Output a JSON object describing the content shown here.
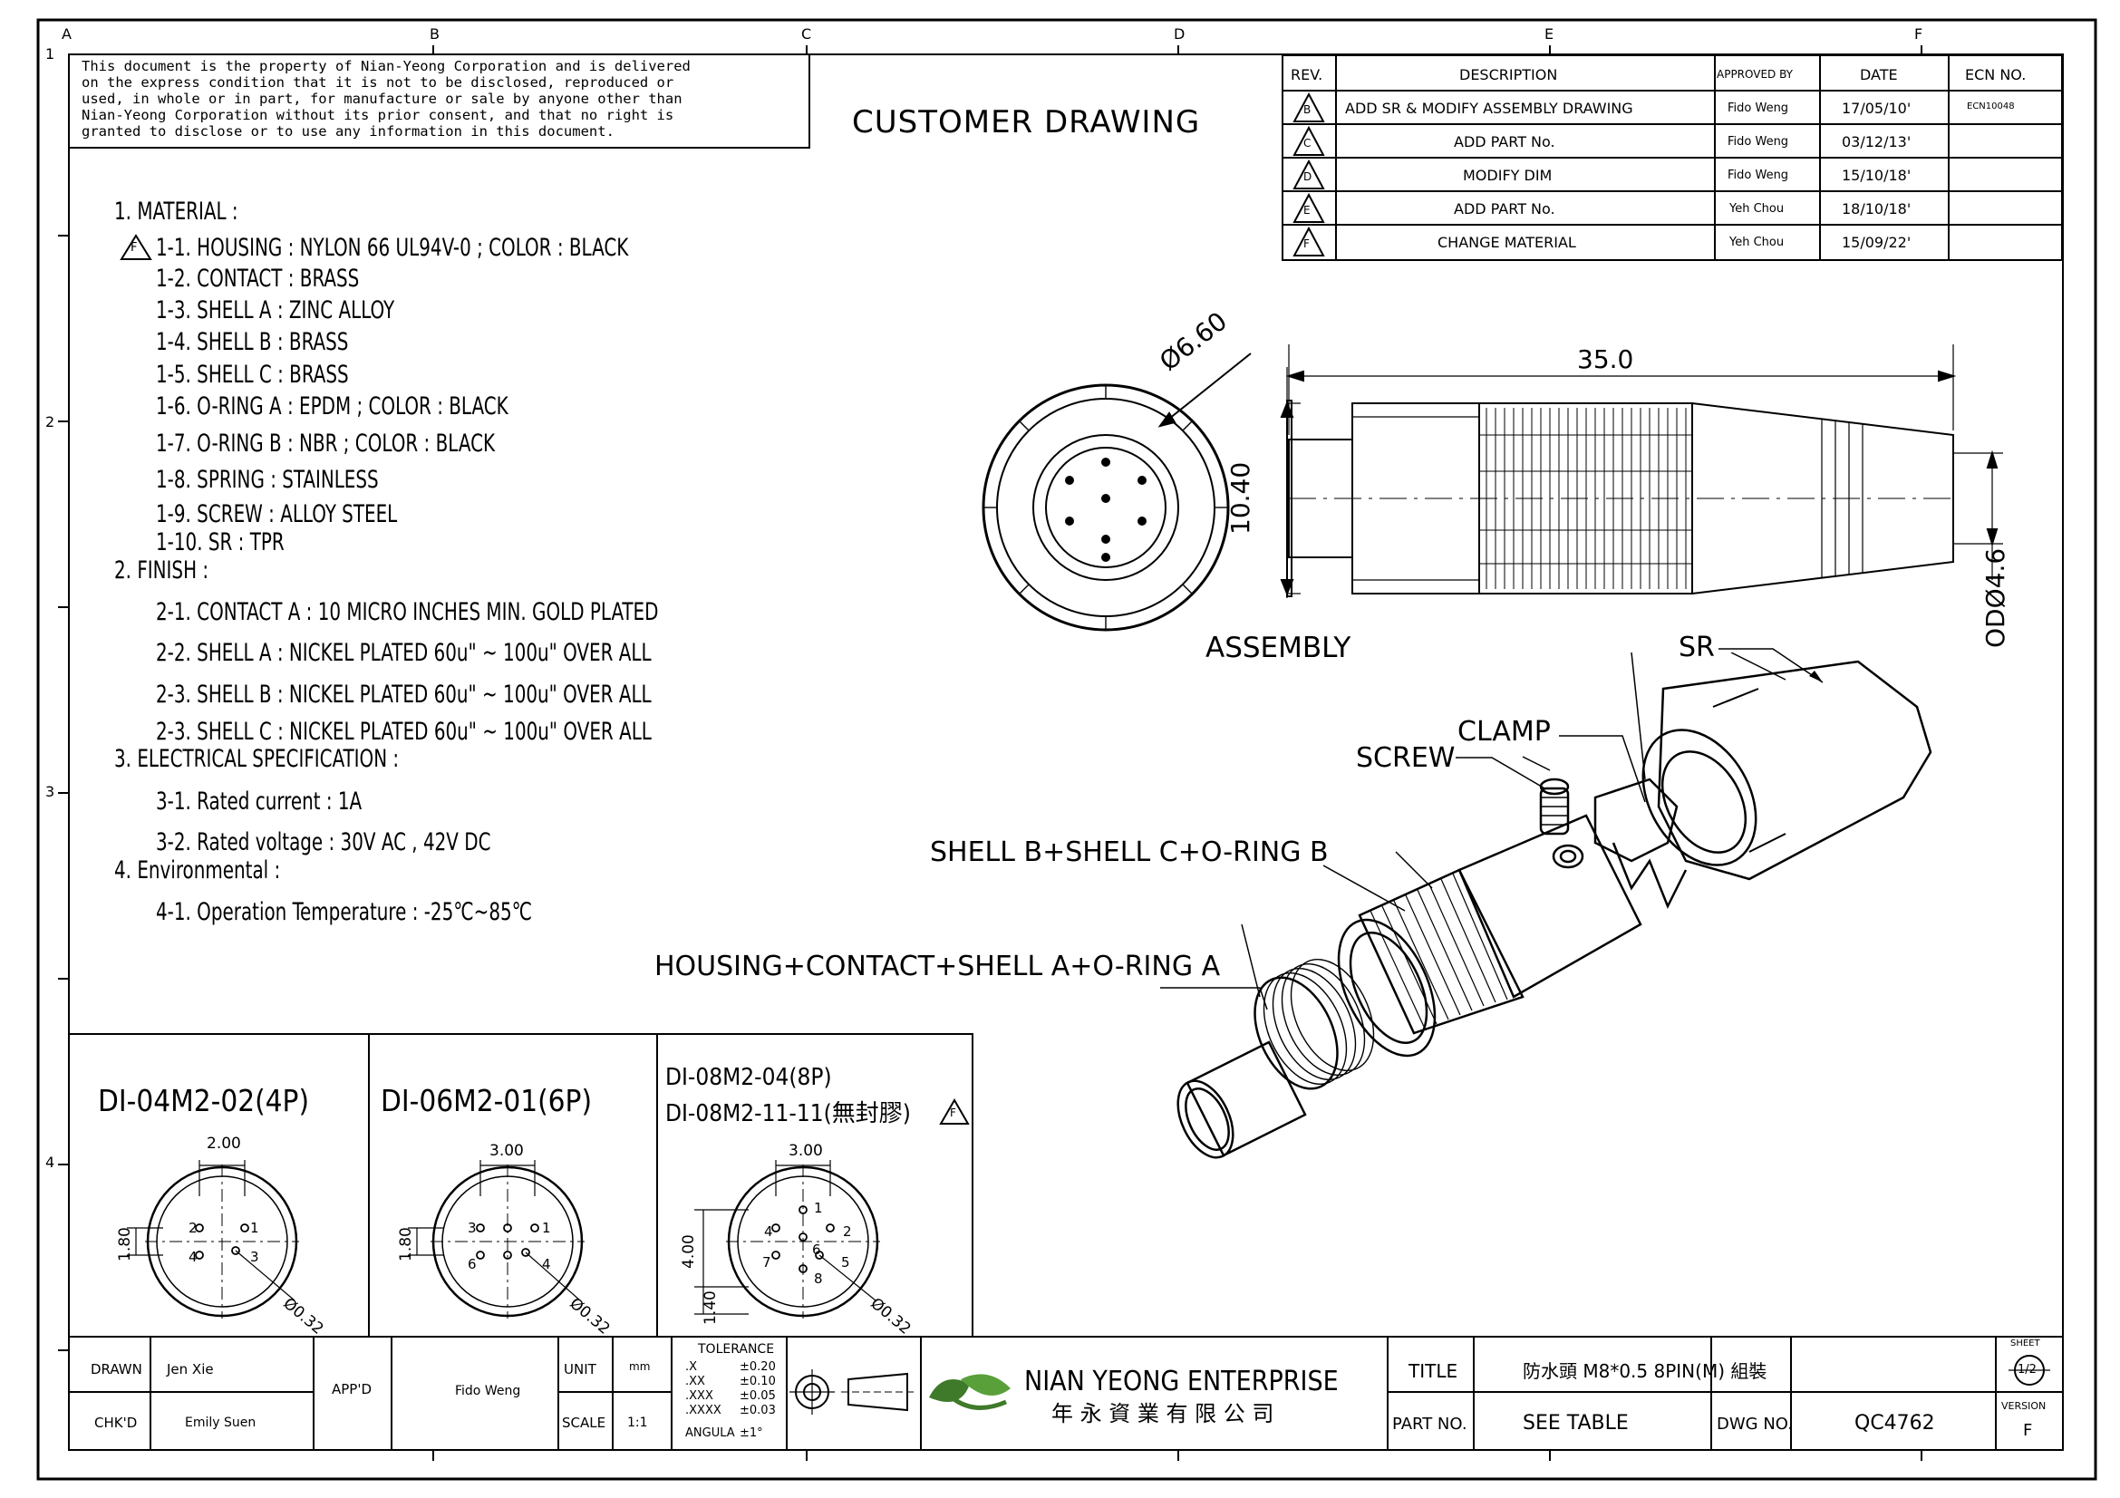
{
  "grid": {
    "cols": [
      "A",
      "B",
      "C",
      "D",
      "E",
      "F"
    ],
    "rows": [
      "1",
      "2",
      "3",
      "4"
    ]
  },
  "disclaimer": [
    "This document is the property of Nian-Yeong Corporation and is delivered",
    "on  the  express condition that it is not to be disclosed, reproduced or",
    "used, in whole or in part, for manufacture or sale by anyone other than",
    "Nian-Yeong Corporation without  its prior consent, and that  no right  is",
    "granted  to disclose or to use any information in this  document."
  ],
  "heading": "CUSTOMER  DRAWING",
  "revisions": {
    "headers": [
      "REV.",
      "DESCRIPTION",
      "APPROVED BY",
      "DATE",
      "ECN NO."
    ],
    "rows": [
      {
        "rev": "B",
        "desc": "ADD SR & MODIFY ASSEMBLY DRAWING",
        "by": "Fido Weng",
        "date": "17/05/10'",
        "ecn": "ECN10048"
      },
      {
        "rev": "C",
        "desc": "ADD PART No.",
        "by": "Fido Weng",
        "date": "03/12/13'",
        "ecn": ""
      },
      {
        "rev": "D",
        "desc": "MODIFY DIM",
        "by": "Fido Weng",
        "date": "15/10/18'",
        "ecn": ""
      },
      {
        "rev": "E",
        "desc": "ADD PART No.",
        "by": "Yeh Chou",
        "date": "18/10/18'",
        "ecn": ""
      },
      {
        "rev": "F",
        "desc": "CHANGE MATERIAL",
        "by": "Yeh Chou",
        "date": "15/09/22'",
        "ecn": ""
      }
    ]
  },
  "notes": [
    "1. MATERIAL :",
    "1-1. HOUSING : NYLON 66 UL94V-0 ; COLOR : BLACK",
    "1-2. CONTACT : BRASS",
    "1-3. SHELL A : ZINC ALLOY",
    "1-4. SHELL B : BRASS",
    "1-5. SHELL C : BRASS",
    "1-6. O-RING A : EPDM ; COLOR : BLACK",
    "1-7. O-RING B : NBR ; COLOR : BLACK",
    "1-8. SPRING : STAINLESS",
    "1-9. SCREW : ALLOY STEEL",
    "1-10. SR : TPR",
    "2. FINISH :",
    "2-1. CONTACT A : 10 MICRO INCHES MIN. GOLD PLATED",
    "2-2. SHELL A : NICKEL PLATED 60u\" ~ 100u\" OVER ALL",
    "2-3. SHELL B : NICKEL PLATED 60u\" ~ 100u\" OVER ALL",
    "2-3. SHELL C : NICKEL PLATED 60u\" ~ 100u\" OVER ALL",
    "3. ELECTRICAL SPECIFICATION :",
    "3-1. Rated current : 1A",
    "3-2. Rated voltage : 30V AC , 42V DC",
    "4. Environmental :",
    "4-1. Operation Temperature : -25℃~85℃"
  ],
  "rev_flag_note": "F",
  "assembly": {
    "dim_diameter": "Ø6.60",
    "dim_length": "35.0",
    "dim_height": "10.40",
    "dim_od": "ODØ4.6",
    "label": "ASSEMBLY"
  },
  "exploded_labels": {
    "sr": "SR",
    "clamp": "CLAMP",
    "screw": "SCREW",
    "shell": "SHELL  B+SHELL  C+O-RING  B",
    "housing": "HOUSING+CONTACT+SHELL  A+O-RING  A"
  },
  "variants": [
    {
      "part": "DI-04M2-02(4P)",
      "extra": "",
      "pitch": "2.00",
      "v1": "1.80",
      "v2": "",
      "dia": "Ø0.32",
      "pins": [
        "1",
        "2",
        "3",
        "4"
      ]
    },
    {
      "part": "DI-06M2-01(6P)",
      "extra": "",
      "pitch": "3.00",
      "v1": "1.80",
      "v2": "",
      "dia": "Ø0.32",
      "pins": [
        "1",
        "3",
        "4",
        "6"
      ]
    },
    {
      "part": "DI-08M2-04(8P)",
      "extra": "DI-08M2-11-11(無封膠)",
      "pitch": "3.00",
      "v1": "4.00",
      "v2": "1.40",
      "dia": "Ø0.32",
      "pins": [
        "1",
        "2",
        "4",
        "5",
        "6",
        "7",
        "8"
      ]
    }
  ],
  "title_block": {
    "drawn_label": "DRAWN",
    "drawn": "Jen Xie",
    "chkd_label": "CHK'D",
    "chkd": "Emily Suen",
    "appd_label": "APP'D",
    "appd": "Fido Weng",
    "unit_label": "UNIT",
    "unit": "mm",
    "scale_label": "SCALE",
    "scale": "1:1",
    "tolerance_title": "TOLERANCE",
    "tolerances": [
      [
        ".X",
        "±0.20"
      ],
      [
        ".XX",
        "±0.10"
      ],
      [
        ".XXX",
        "±0.05"
      ],
      [
        ".XXXX",
        "±0.03"
      ],
      [
        "ANGULA",
        "±1°"
      ]
    ],
    "company": "NIAN YEONG ENTERPRISE",
    "company_cn": "年 永 資 業 有 限 公 司",
    "title_label": "TITLE",
    "title": "防水頭  M8*0.5  8PIN(M)  組裝",
    "partno_label": "PART NO.",
    "partno": "SEE TABLE",
    "dwgno_label": "DWG NO.",
    "dwgno": "QC4762",
    "sheet_label": "SHEET",
    "sheet": "1/2",
    "version_label": "VERSION",
    "version": "F"
  }
}
